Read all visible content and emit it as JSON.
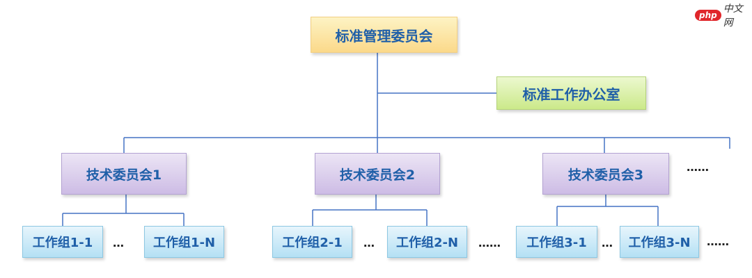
{
  "watermark": {
    "badge": "php",
    "text": "中文网"
  },
  "root": {
    "label": "标准管理委员会"
  },
  "office": {
    "label": "标准工作办公室"
  },
  "committees": [
    {
      "label": "技术委员会1"
    },
    {
      "label": "技术委员会2"
    },
    {
      "label": "技术委员会3"
    }
  ],
  "committee_more": "……",
  "groups": {
    "g1_first": "工作组1-1",
    "g1_last": "工作组1-N",
    "g2_first": "工作组2-1",
    "g2_last": "工作组2-N",
    "g3_first": "工作组3-1",
    "g3_last": "工作组3-N"
  },
  "ellipsis": {
    "short": "…",
    "long": "……"
  },
  "colors": {
    "line": "#4472c4",
    "text": "#1f5fa8"
  }
}
